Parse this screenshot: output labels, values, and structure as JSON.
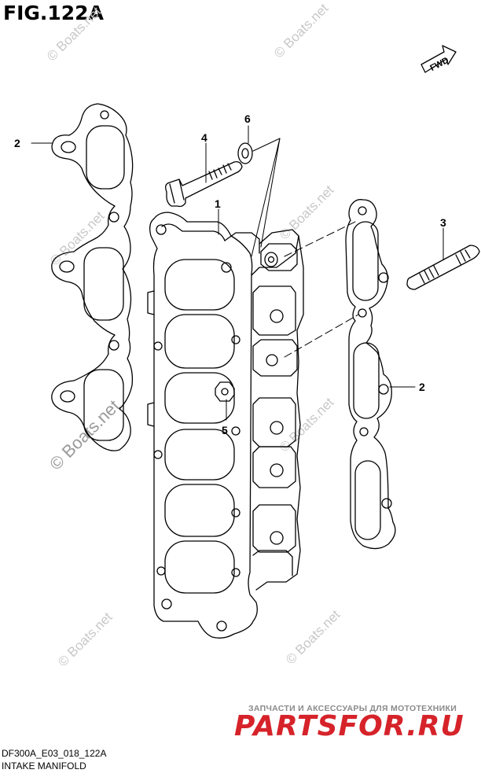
{
  "figure": {
    "title": "FIG.122A"
  },
  "direction_tag": {
    "label": "FWD"
  },
  "callouts": [
    {
      "id": "1",
      "label": "1"
    },
    {
      "id": "2",
      "label": "2"
    },
    {
      "id": "2b",
      "label": "2"
    },
    {
      "id": "3",
      "label": "3"
    },
    {
      "id": "4",
      "label": "4"
    },
    {
      "id": "5",
      "label": "5"
    },
    {
      "id": "6",
      "label": "6"
    }
  ],
  "watermark": {
    "text": "© Boats.net"
  },
  "promo": {
    "tagline": "ЗАПЧАСТИ И АКСЕССУАРЫ ДЛЯ МОТОТЕХНИКИ",
    "logo": "PARTSFOR.RU"
  },
  "footer": {
    "code": "DF300A_E03_018_122A",
    "name": "INTAKE MANIFOLD"
  },
  "colors": {
    "line": "#000000",
    "watermark": "#c8c8c8",
    "promo_red": "#d6232a",
    "promo_gray": "#8a8a8a"
  }
}
